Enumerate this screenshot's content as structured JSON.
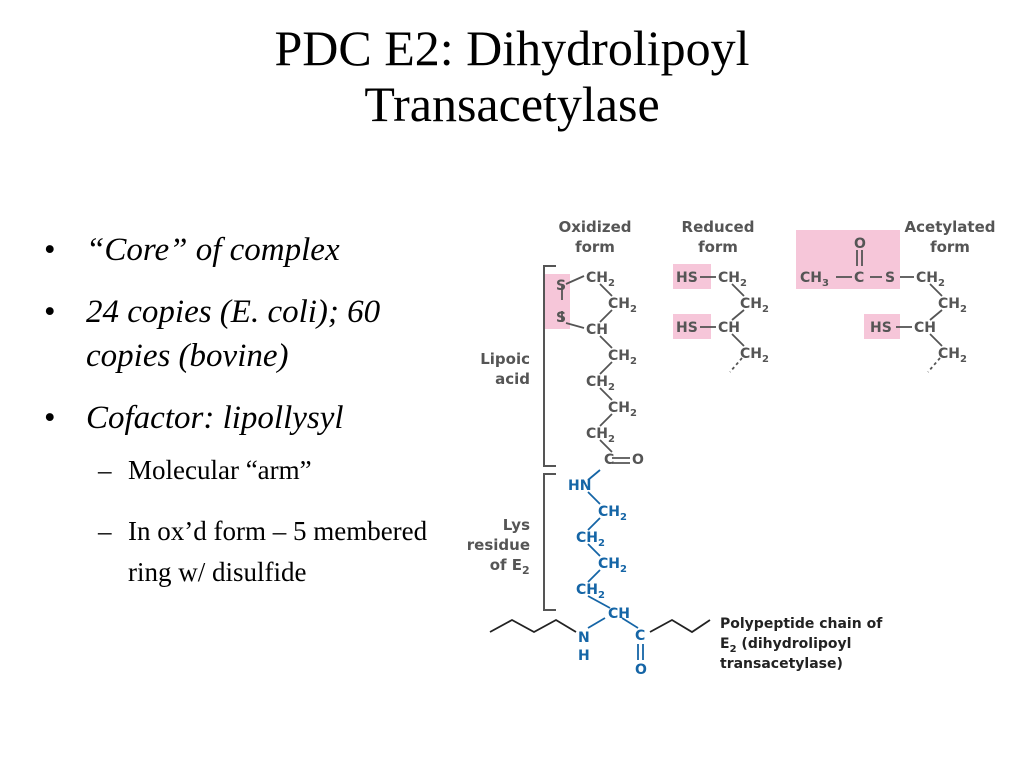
{
  "slide": {
    "title_line1": "PDC E2:  Dihydrolipoyl",
    "title_line2": "Transacetylase",
    "bullets": [
      "“Core” of complex",
      "24 copies (E. coli); 60 copies (bovine)",
      "Cofactor:  lipollysyl"
    ],
    "bullet_marker": "•",
    "sub_marker": "–",
    "subbullets": [
      "Molecular “arm”",
      "In ox’d form – 5 membered ring w/ disulfide"
    ]
  },
  "figure": {
    "colors": {
      "blue": "#1565a6",
      "pink": "#f6c6d9",
      "gray": "#555555"
    },
    "headers": {
      "oxidized_1": "Oxidized",
      "oxidized_2": "form",
      "reduced_1": "Reduced",
      "reduced_2": "form",
      "acetylated_1": "Acetylated",
      "acetylated_2": "form"
    },
    "brackets": {
      "lipoic_1": "Lipoic",
      "lipoic_2": "acid",
      "lys_1": "Lys",
      "lys_2": "residue",
      "lys_3": "of E",
      "lys_3_sub": "2"
    },
    "chain_label": {
      "line1": "Polypeptide chain of",
      "line2_pre": "E",
      "line2_sub": "2",
      "line2_post": " (dihydrolipoyl",
      "line3": "transacetylase)"
    },
    "atoms": {
      "s": "S",
      "ch": "CH",
      "ch2": "CH",
      "sub2": "2",
      "c": "C",
      "o": "O",
      "hn": "HN",
      "n": "N",
      "h": "H",
      "hs": "HS",
      "ch3": "CH",
      "ch3_sub": "3",
      "hs_bond": "HS",
      "dash_c": "C",
      "dash_s": "S"
    }
  }
}
